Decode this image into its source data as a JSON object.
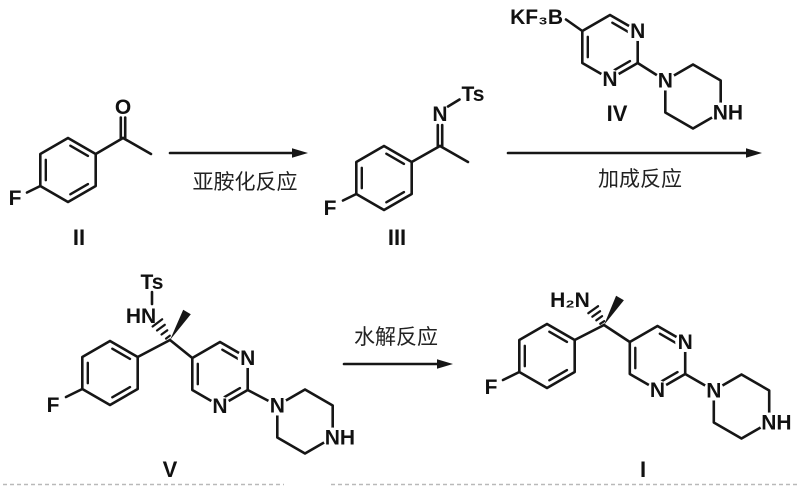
{
  "scheme": {
    "arrows": [
      {
        "name": "imination",
        "label": "亚胺化反应"
      },
      {
        "name": "addition",
        "label": "加成反应"
      },
      {
        "name": "hydrolysis",
        "label": "水解反应"
      }
    ],
    "compounds": {
      "II": {
        "label": "II",
        "atoms": {
          "O": "O",
          "F": "F"
        }
      },
      "III": {
        "label": "III",
        "atoms": {
          "N": "N",
          "Ts": "Ts",
          "F": "F"
        }
      },
      "IV": {
        "label": "IV",
        "atoms": {
          "KF3B": "KF₃B",
          "N3": "N",
          "N1": "N",
          "Npip": "N",
          "NH": "NH"
        }
      },
      "V": {
        "label": "V",
        "atoms": {
          "Ts": "Ts",
          "HN": "HN",
          "F": "F",
          "N3": "N",
          "N1": "N",
          "Npip": "N",
          "NH": "NH"
        }
      },
      "I": {
        "label": "I",
        "atoms": {
          "H2N": "H₂N",
          "F": "F",
          "N3": "N",
          "N1": "N",
          "Npip": "N",
          "NH": "NH"
        }
      }
    },
    "colors": {
      "line": "#161616",
      "text": "#111111",
      "artifact": "#b9b9b9",
      "background": "#ffffff"
    }
  }
}
